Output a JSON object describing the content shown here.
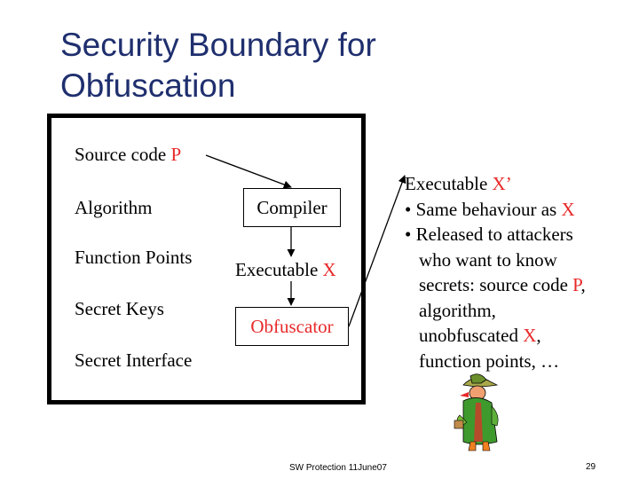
{
  "slide": {
    "title_line1": "Security Boundary for",
    "title_line2": "Obfuscation",
    "footer": "SW Protection 11June07",
    "page_number": "29"
  },
  "boundary": {
    "source_label": "Source code ",
    "source_var": "P",
    "items": [
      "Algorithm",
      "Function Points",
      "Secret Keys",
      "Secret Interface"
    ]
  },
  "flow": {
    "compiler": "Compiler",
    "executable_label": "Executable ",
    "executable_var": "X",
    "obfuscator": "Obfuscator"
  },
  "output": {
    "heading_label": "Executable ",
    "heading_var": "X’",
    "bullet1_text": "• Same behaviour as ",
    "bullet1_var": "X",
    "bullet2_l1": "• Released to attackers",
    "bullet2_l2": "who want to know",
    "bullet2_l3_text": "secrets: source code ",
    "bullet2_l3_var": "P",
    "bullet2_l3_end": ",",
    "bullet2_l4": "algorithm,",
    "bullet2_l5_text": "unobfuscated ",
    "bullet2_l5_var": "X",
    "bullet2_l5_end": ",",
    "bullet2_l6": "function points, …"
  },
  "colors": {
    "title": "#1f2f6e",
    "variable": "#e8292a"
  },
  "decorations": {
    "figure": "spy-attacker-clipart"
  }
}
